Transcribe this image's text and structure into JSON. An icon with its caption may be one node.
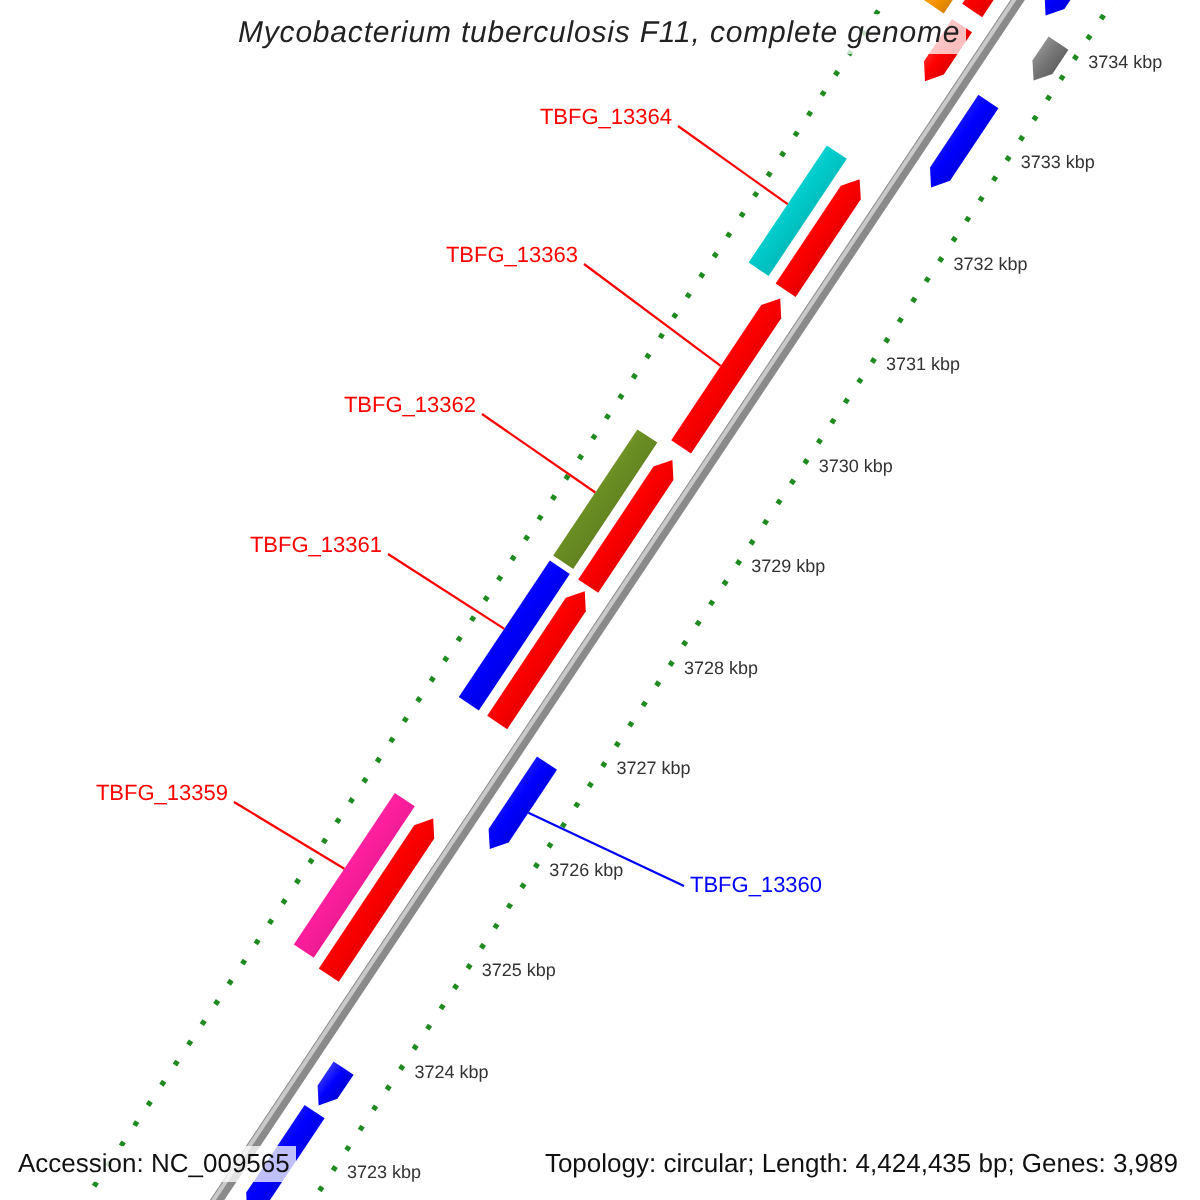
{
  "diagram": {
    "title": "Mycobacterium tuberculosis F11, complete genome",
    "nodes": [
      {
        "text": [
          "TBFG_13364"
        ]
      },
      {
        "text": [
          "TBFG_13363"
        ]
      },
      {
        "text": [
          "TBFG_13362"
        ]
      },
      {
        "text": [
          "TBFG_13361"
        ]
      },
      {
        "text": [
          "TBFG_13359"
        ]
      },
      {
        "text": [
          "TBFG_13360"
        ]
      },
      {
        "text": [],
        "shape": "bar"
      },
      {
        "text": [],
        "shape": "bar"
      },
      {
        "text": [],
        "shape": "bar"
      },
      {
        "text": [],
        "shape": "bar"
      },
      {
        "text": [],
        "shape": "bar"
      },
      {
        "text": [],
        "shape": "bar"
      },
      {
        "text": [],
        "shape": "bar"
      },
      {
        "text": [],
        "shape": "bar"
      },
      {
        "text": [],
        "shape": "bar"
      },
      {
        "text": [],
        "shape": "bar"
      },
      {
        "text": [],
        "shape": "bar"
      },
      {
        "text": [],
        "shape": "bar"
      },
      {
        "text": [],
        "shape": "bar"
      },
      {
        "text": [],
        "shape": "bar"
      },
      {
        "text": [],
        "shape": "bar"
      },
      {
        "text": [],
        "shape": "bar"
      },
      {
        "text": [],
        "shape": "bar"
      },
      {
        "text": [],
        "shape": "bar"
      }
    ],
    "edges": [
      {
        "from": 0,
        "to": 12,
        "arrow": "none"
      },
      {
        "from": 1,
        "to": 14,
        "arrow": "none"
      },
      {
        "from": 2,
        "to": 15,
        "arrow": "none"
      },
      {
        "from": 3,
        "to": 17,
        "arrow": "none"
      },
      {
        "from": 4,
        "to": 20,
        "arrow": "none"
      },
      {
        "from": 5,
        "to": 19,
        "arrow": "none",
        "color": "#0000ff"
      }
    ],
    "labels": [
      "3734 kbp",
      "3733 kbp",
      "3732 kbp",
      "3731 kbp",
      "3730 kbp",
      "3729 kbp",
      "3728 kbp",
      "3727 kbp",
      "3726 kbp",
      "3725 kbp",
      "3724 kbp",
      "3723 kbp",
      "Accession: NC_009565",
      "Topology: circular; Length: 4,424,435 bp; Genes: 3,989"
    ]
  }
}
